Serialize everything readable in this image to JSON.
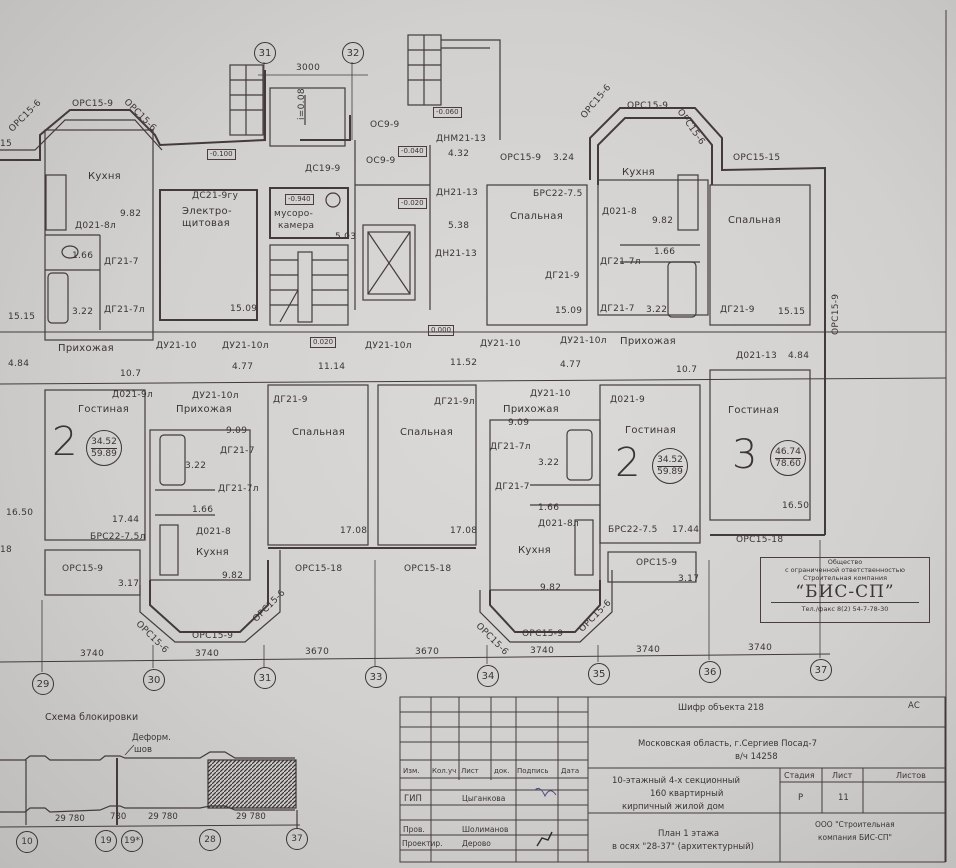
{
  "plan": {
    "axes_top": [
      "31",
      "32"
    ],
    "axes_bottom": [
      "29",
      "30",
      "31",
      "33",
      "34",
      "35",
      "36",
      "37"
    ],
    "dim_top": "3000",
    "dims_bottom": [
      "3740",
      "3740",
      "3670",
      "3670",
      "3740",
      "3740",
      "3740"
    ],
    "labels": [
      "ОРС15-6",
      "ОРС15-9",
      "ОРС15-6",
      "Кухня",
      "9.82",
      "Д021-8л",
      "1.66",
      "ДГ21-7",
      "3.22",
      "ДГ21-7л",
      "15.15",
      "Прихожая",
      "ДУ21-10",
      "ДУ21-10л",
      "ДС21-9гу",
      "Электро-",
      "щитовая",
      "15.09",
      "ДС19-9",
      "мусоро-",
      "камера",
      "5.03",
      "ДУ21-10л",
      "ОС9-9",
      "ДНМ21-13",
      "4.32",
      "ОС9-9",
      "ДН21-13",
      "5.38",
      "ДН21-13",
      "i=0.08",
      "ОРС15-9",
      "3.24",
      "БРС22-7.5",
      "Спальная",
      "ДГ21-9",
      "15.09",
      "ОРС15-6",
      "ОРС15-9",
      "ОРС15-6",
      "Кухня",
      "Д021-8",
      "9.82",
      "1.66",
      "ДГ21-7л",
      "ДГ21-7",
      "3.22",
      "ОРС15-15",
      "Спальная",
      "ДГ21-9",
      "15.15",
      "ОРС15-9",
      "ДУ21-10",
      "ДУ21-10л",
      "Прихожая",
      "4.77",
      "10.7",
      "Д021-13",
      "4.84",
      "11.14",
      "11.52",
      "4.77",
      "10.7",
      "4.84",
      "Д021-9л",
      "Гостиная",
      "16.50",
      "17.44",
      "БРС22-7.5л",
      "ОРС15-9",
      "3.17",
      "ДУ21-10л",
      "Прихожая",
      "9.09",
      "ДГ21-7",
      "3.22",
      "ДГ21-7л",
      "1.66",
      "Д021-8",
      "Кухня",
      "9.82",
      "ОРС15-6",
      "ОРС15-9",
      "ОРС15-6",
      "ДГ21-9",
      "Спальная",
      "17.08",
      "ОРС15-18",
      "ДГ21-9л",
      "Спальная",
      "17.08",
      "ОРС15-18",
      "ДУ21-10",
      "Прихожая",
      "9.09",
      "ДГ21-7л",
      "3.22",
      "ДГ21-7",
      "1.66",
      "Д021-8л",
      "Кухня",
      "9.82",
      "ОРС15-6",
      "ОРС15-9",
      "ОРС15-6",
      "Д021-9",
      "Гостиная",
      "БРС22-7.5",
      "17.44",
      "ОРС15-9",
      "3.17",
      "Гостиная",
      "16.50",
      "ОРС15-18",
      "15",
      "18"
    ],
    "levels": [
      "-0.100",
      "-0.940",
      "0.020",
      "-0.040",
      "-0.020",
      "-0.060",
      "0.000"
    ],
    "apartments": [
      {
        "rooms": "2",
        "living": "34.52",
        "total": "59.89"
      },
      {
        "rooms": "2",
        "living": "34.52",
        "total": "59.89"
      },
      {
        "rooms": "3",
        "living": "46.74",
        "total": "78.60"
      }
    ]
  },
  "stamp": {
    "line1": "Общество",
    "line2": "с ограниченной ответственностью",
    "line3": "Строительная компания",
    "name": "“БИС-СП”",
    "phone": "Тел./факс 8(2) 54-7-78-30"
  },
  "scheme": {
    "title": "Схема блокировки",
    "joint_label_1": "Деформ.",
    "joint_label_2": "шов",
    "dims": [
      "29 780",
      "780",
      "29 780",
      "29 780"
    ],
    "axes": [
      "10",
      "19",
      "19*",
      "28",
      "37"
    ]
  },
  "title_block": {
    "code": "Шифр объекта 218",
    "mark": "АС",
    "location_1": "Московская область, г.Сергиев Посад-7",
    "location_2": "в/ч 14258",
    "headers": [
      "Изм.",
      "Кол.уч",
      "Лист",
      "док.",
      "Подпись",
      "Дата"
    ],
    "building_1": "10-этажный 4-х секционный",
    "building_2": "160 квартирный",
    "building_3": "кирпичный жилой дом",
    "stage_header": "Стадия",
    "sheet_header": "Лист",
    "sheets_header": "Листов",
    "stage": "Р",
    "sheet": "11",
    "roles": [
      {
        "role": "ГИП",
        "name": "Цыганкова"
      },
      {
        "role": "Пров.",
        "name": "Шолиманов"
      },
      {
        "role": "Проектир.",
        "name": "Дерово"
      }
    ],
    "drawing_1": "План 1 этажа",
    "drawing_2": "в осях \"28-37\" (архитектурный)",
    "company_1": "ООО \"Строительная",
    "company_2": "компания БИС-СП\""
  }
}
